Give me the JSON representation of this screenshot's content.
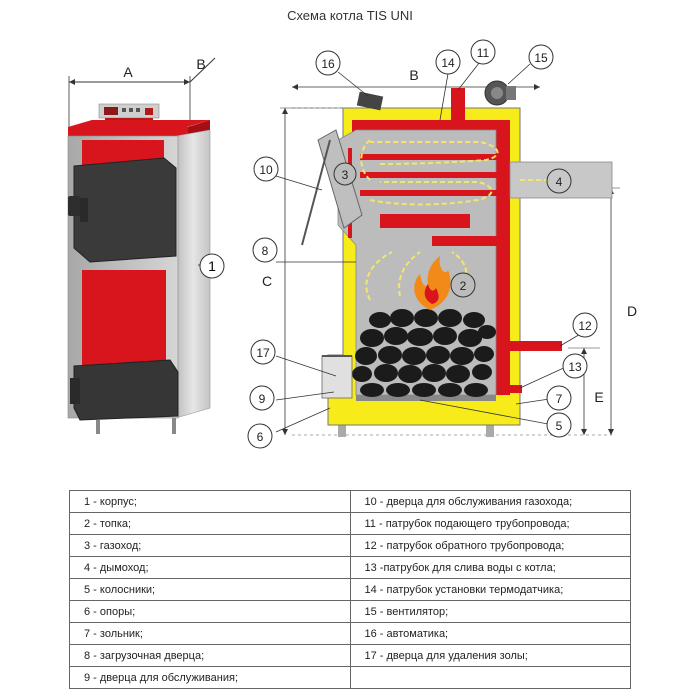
{
  "title": "Схема котла TIS UNI",
  "dimensions": {
    "A": "A",
    "B": "B",
    "C": "C",
    "D": "D",
    "E": "E"
  },
  "callouts": [
    "1",
    "2",
    "3",
    "4",
    "5",
    "6",
    "7",
    "8",
    "9",
    "10",
    "11",
    "12",
    "13",
    "14",
    "15",
    "16",
    "17"
  ],
  "legend": {
    "left": [
      "1 - корпус;",
      "2 - топка;",
      "3 - газоход;",
      "4 - дымоход;",
      "5 - колосники;",
      "6 - опоры;",
      "7 - зольник;",
      "8 - загрузочная дверца;",
      "9 - дверца для обслуживания;"
    ],
    "right": [
      "10 - дверца для обслуживания газохода;",
      "11 - патрубок подающего трубопровода;",
      "12 - патрубок обратного трубопровода;",
      "13 -патрубок для слива воды с котла;",
      "14 - патрубок установки термодатчика;",
      "15 - вентилятор;",
      "16 - автоматика;",
      "17 - дверца для удаления золы;",
      ""
    ]
  },
  "colors": {
    "boiler_red": "#d8141c",
    "casing_grey": "#cfcfcf",
    "door_dark": "#3a3a3a",
    "water_jacket": "#f7ec1a",
    "flame_orange": "#f28a1a",
    "arrow_yellow": "#f3e66a"
  }
}
